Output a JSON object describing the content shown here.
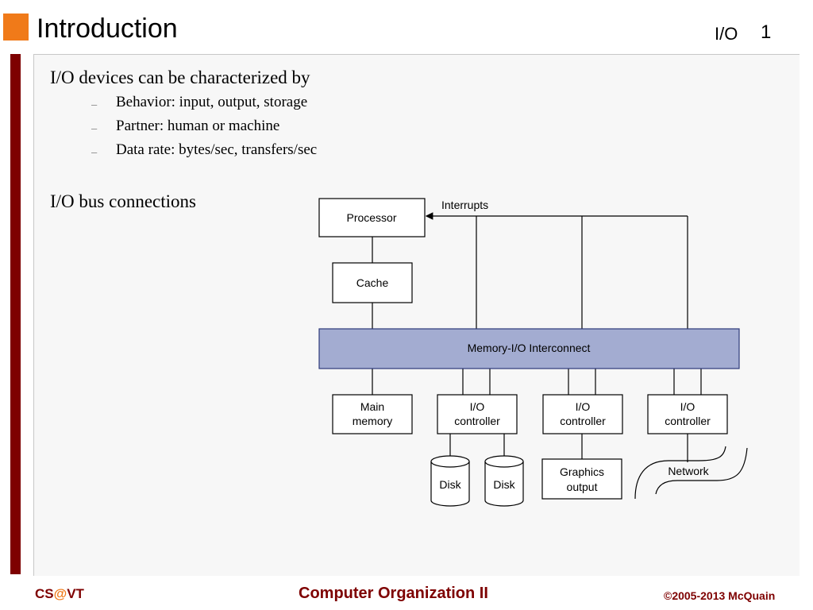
{
  "header": {
    "title": "Introduction",
    "section_tag": "I/O",
    "slide_number": "1"
  },
  "body": {
    "heading1": "I/O devices can be characterized by",
    "bullets": [
      "Behavior: input, output, storage",
      "Partner: human or machine",
      "Data rate: bytes/sec, transfers/sec"
    ],
    "bullet_marker": "–",
    "heading2": "I/O bus connections"
  },
  "diagram": {
    "processor": "Processor",
    "interrupts": "Interrupts",
    "cache": "Cache",
    "interconnect": "Memory-I/O Interconnect",
    "main_memory_line1": "Main",
    "main_memory_line2": "memory",
    "io_line1": "I/O",
    "io_line2": "controller",
    "disk": "Disk",
    "graphics_line1": "Graphics",
    "graphics_line2": "output",
    "network": "Network",
    "interconnect_color": "#a3acd1"
  },
  "footer": {
    "left_cs": "CS",
    "left_at": "@",
    "left_vt": "VT",
    "center": "Computer Organization II",
    "right": "©2005-2013 McQuain"
  },
  "colors": {
    "accent_orange": "#f07a19",
    "maroon": "#7e0000"
  }
}
